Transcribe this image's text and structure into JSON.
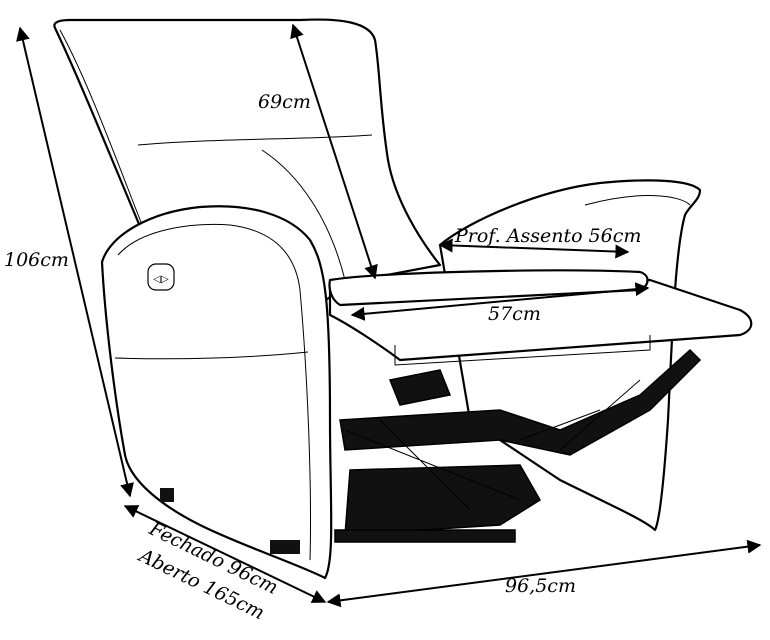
{
  "dimensions": {
    "height": "106cm",
    "backrest": "69cm",
    "seat_depth": "Prof. Assento 56cm",
    "seat_width": "57cm",
    "width": "96,5cm",
    "depth_closed": "Fechado 96cm",
    "depth_open": "Aberto 165cm"
  },
  "control_icon": "recline-button-icon"
}
